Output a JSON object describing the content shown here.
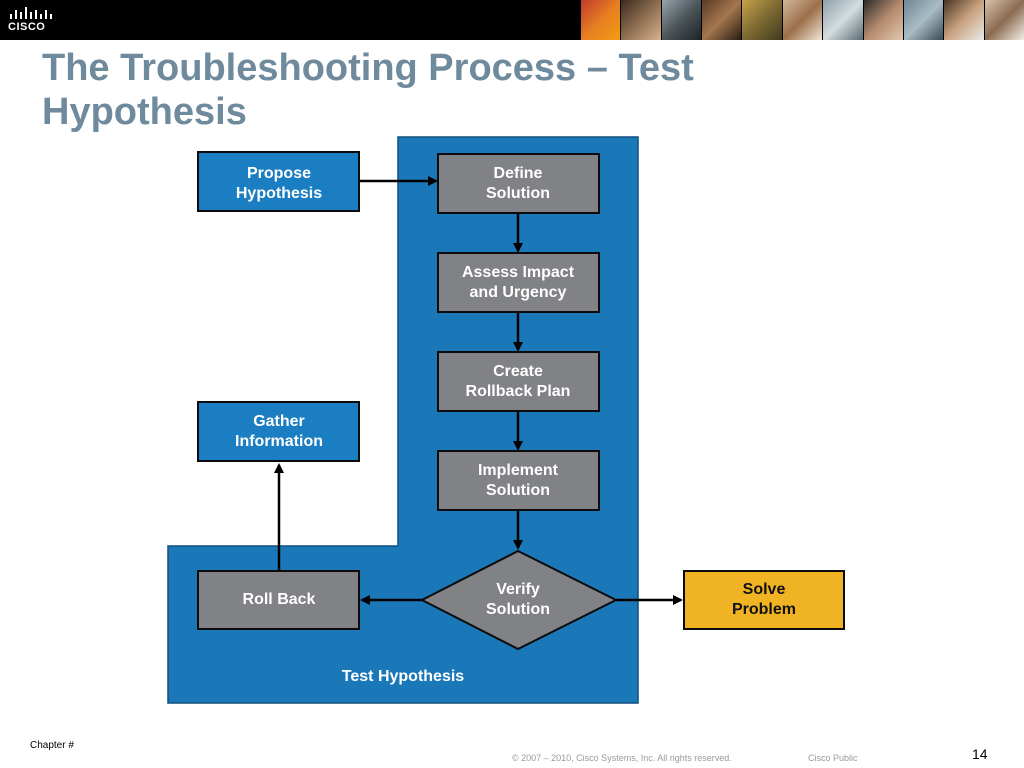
{
  "header": {
    "logo_text": "CISCO",
    "colors": {
      "bar": "#000000",
      "title": "#6f8a9c"
    }
  },
  "title": "The Troubleshooting Process – Test Hypothesis",
  "diagram": {
    "region_label": "Test Hypothesis",
    "nodes": {
      "propose": [
        "Propose",
        "Hypothesis"
      ],
      "define": [
        "Define",
        "Solution"
      ],
      "assess": [
        "Assess Impact",
        "and Urgency"
      ],
      "create": [
        "Create",
        "Rollback Plan"
      ],
      "implement": [
        "Implement",
        "Solution"
      ],
      "verify": [
        "Verify",
        "Solution"
      ],
      "gather": [
        "Gather",
        "Information"
      ],
      "rollback": [
        "Roll Back"
      ],
      "solve": [
        "Solve",
        "Problem"
      ]
    },
    "colors": {
      "region": "#1a78b8",
      "gray_box": "#808285",
      "blue_box": "#1b7ec2",
      "yellow_box": "#f0b323",
      "arrow": "#000000"
    }
  },
  "footer": {
    "chapter": "Chapter #",
    "copyright": "© 2007 – 2010, Cisco Systems, Inc. All rights reserved.",
    "classification": "Cisco Public",
    "page_number": "14"
  }
}
